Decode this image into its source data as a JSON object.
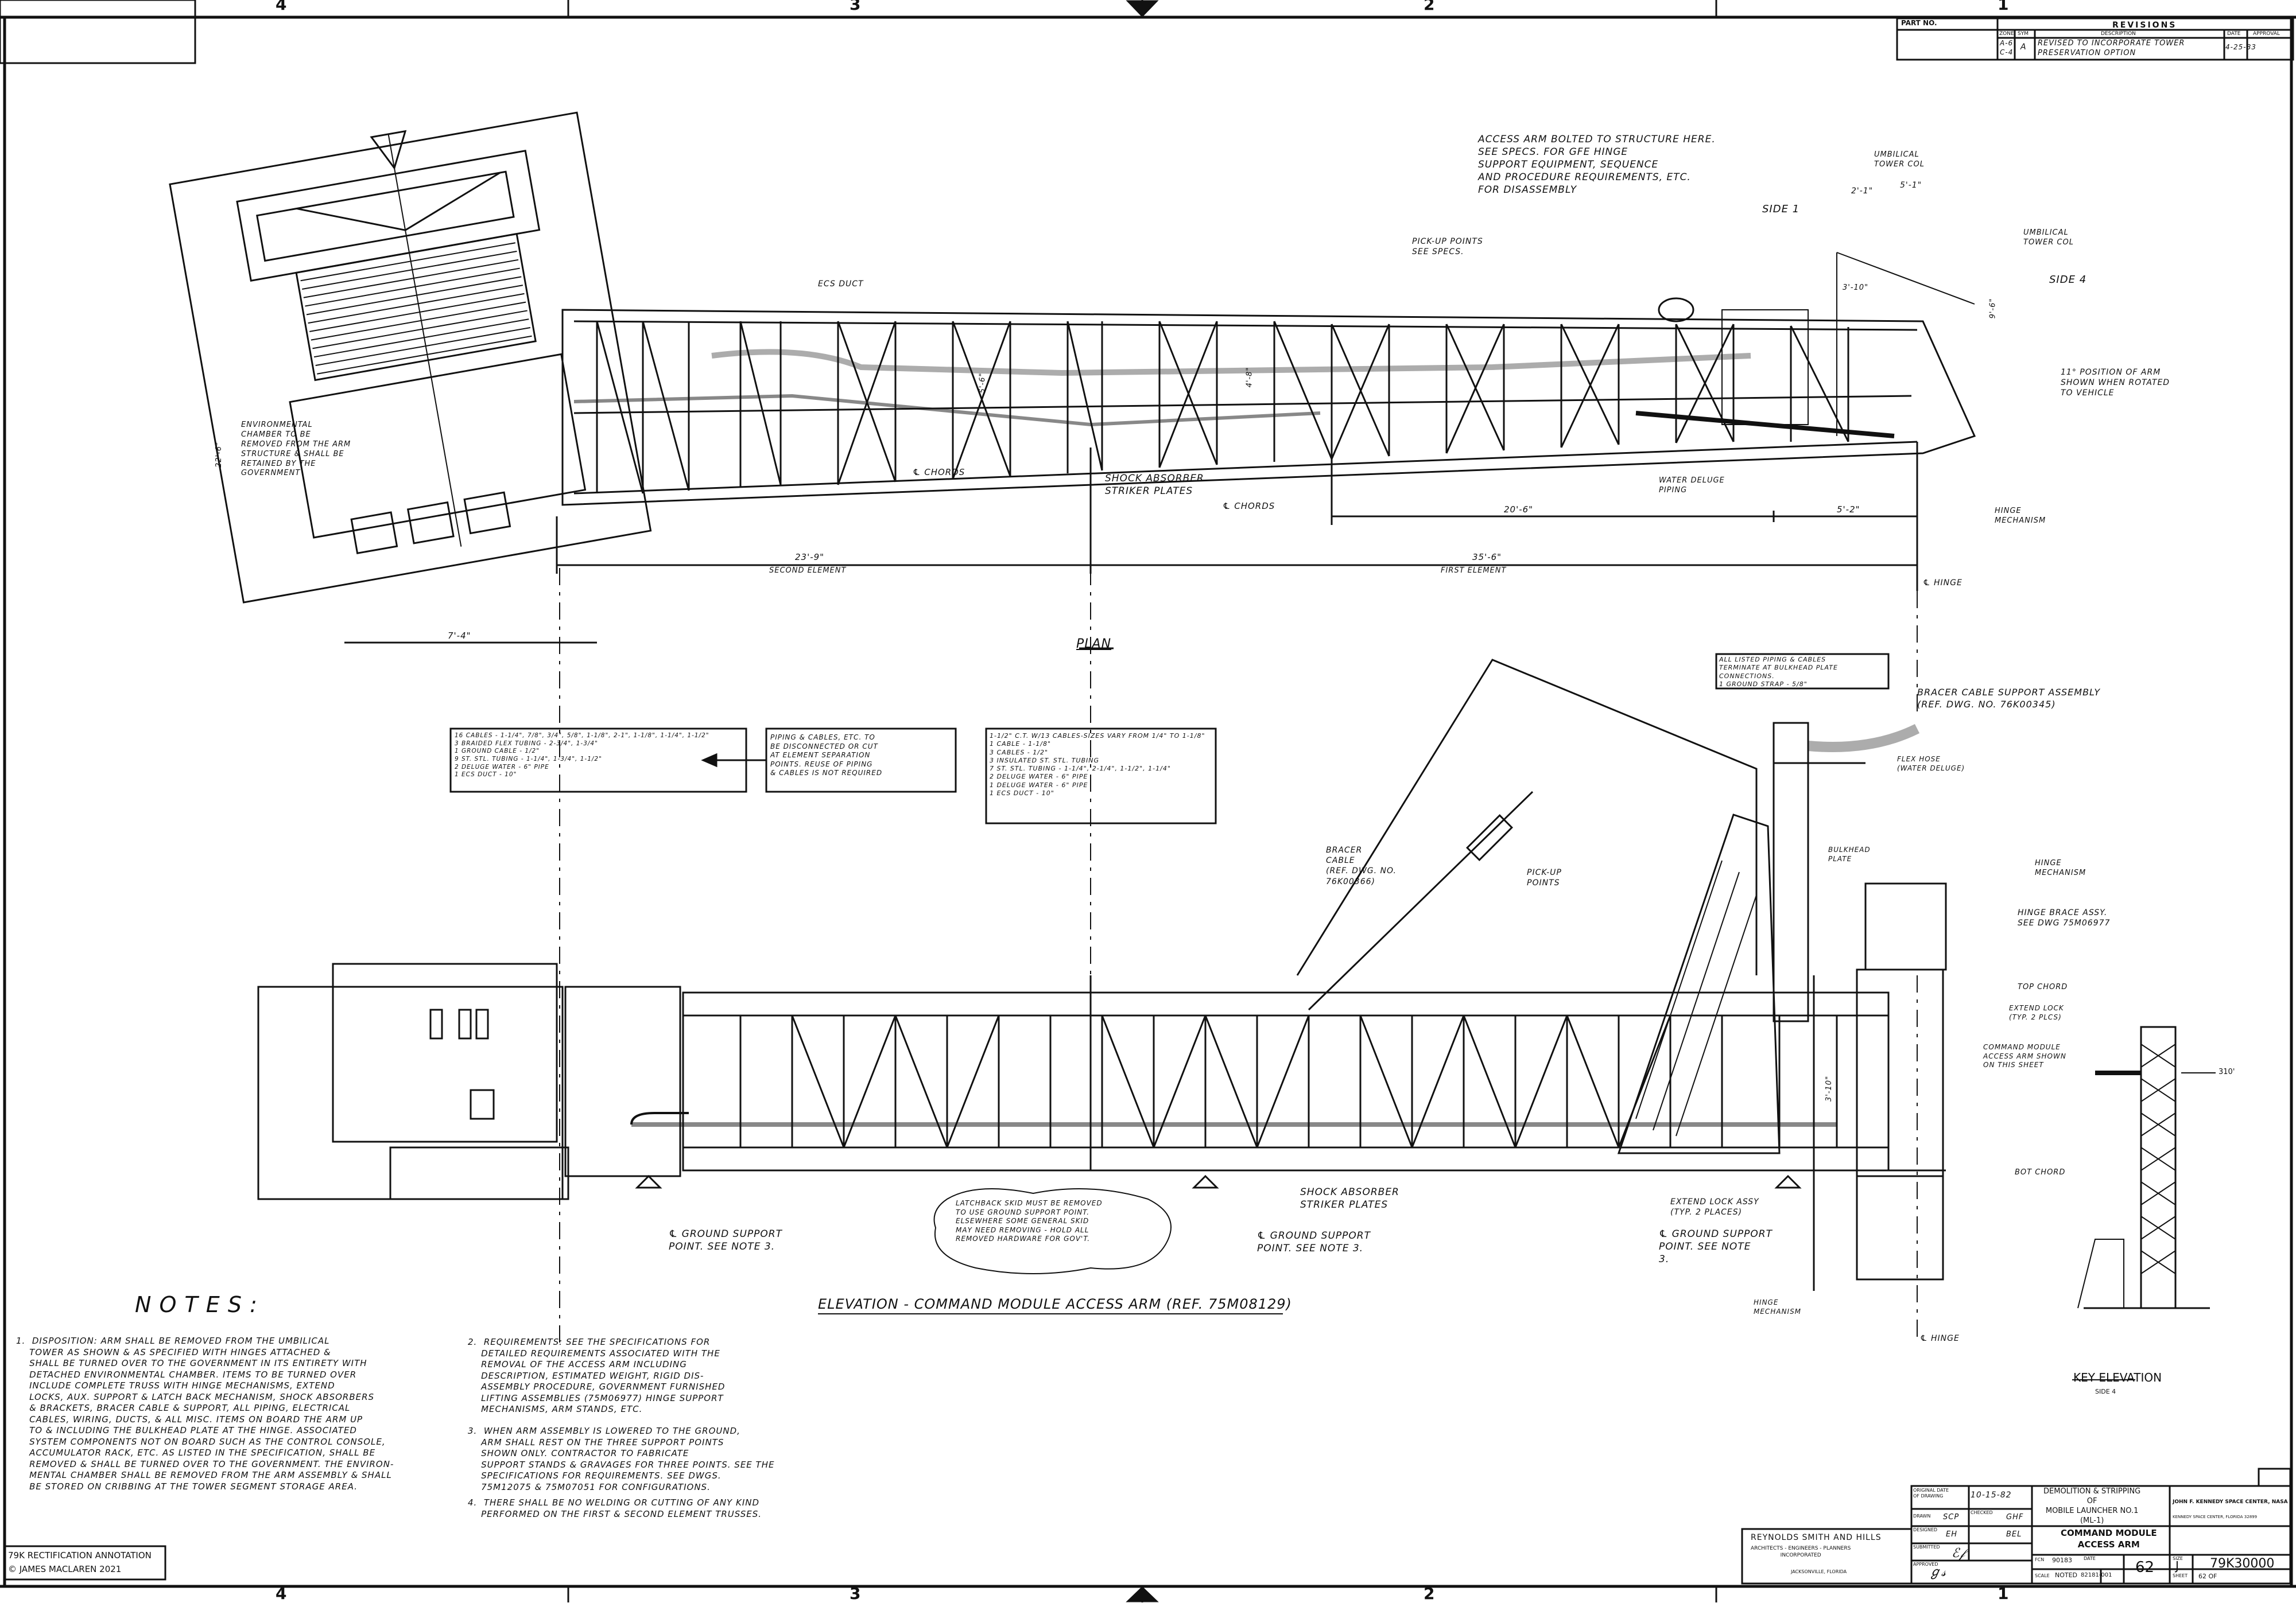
{
  "zone_markers": {
    "top": [
      "4",
      "3",
      "2",
      "1"
    ],
    "bottom": [
      "4",
      "3",
      "2",
      "1"
    ]
  },
  "revisions": {
    "part_no": "PART NO.",
    "title": "REVISIONS",
    "headers": [
      "ZONE",
      "SYM",
      "DESCRIPTION",
      "DATE",
      "APPROVAL"
    ],
    "rows": [
      {
        "zone": "A-6\nC-4",
        "sym": "A",
        "description": "REVISED TO INCORPORATE TOWER\nPRESERVATION OPTION",
        "date": "4-25-83",
        "approval": ""
      }
    ]
  },
  "plan": {
    "access_arm_note": "ACCESS ARM BOLTED TO STRUCTURE HERE.\nSEE SPECS. FOR GFE HINGE\nSUPPORT EQUIPMENT, SEQUENCE\nAND PROCEDURE REQUIREMENTS, ETC.\nFOR DISASSEMBLY",
    "umbilical_tower_col_top": "UMBILICAL\nTOWER COL",
    "umbilical_tower_col_right": "UMBILICAL\nTOWER COL",
    "side_1": "SIDE 1",
    "side_4": "SIDE 4",
    "dim_2_1": "2'-1\"",
    "dim_5_1": "5'-1\"",
    "dim_3_10": "3'-10\"",
    "dim_9": "9'-6\"",
    "position_note": "11° POSITION OF ARM\nSHOWN WHEN ROTATED\nTO VEHICLE",
    "pickup_points": "PICK-UP POINTS\nSEE SPECS.",
    "ecs_duct": "ECS DUCT",
    "dim_5_6": "5'-6\"",
    "dim_4_8": "4'-8\"",
    "env_chamber": "ENVIRONMENTAL\nCHAMBER TO BE\nREMOVED FROM THE ARM\nSTRUCTURE & SHALL BE\nRETAINED BY THE\nGOVERNMENT",
    "chords_1": "℄ CHORDS",
    "chords_2": "℄ CHORDS",
    "shock_absorber": "SHOCK ABSORBER\nSTRIKER PLATES",
    "water_deluge": "WATER DELUGE\nPIPING",
    "hinge_mech": "HINGE\nMECHANISM",
    "dim_20_6": "20'-6\"",
    "dim_5_2": "5'-2\"",
    "dim_23_9": "23'-9\"",
    "second_element": "SECOND ELEMENT",
    "dim_35_6": "35'-6\"",
    "first_element": "FIRST ELEMENT",
    "hinge_cl": "℄ HINGE",
    "dim_7_4": "7'-4\"",
    "dim_22_6": "22'-6\"",
    "title": "PLAN"
  },
  "cable_boxes": {
    "left": "16 CABLES - 1-1/4\", 7/8\", 3/4\", 5/8\", 1-1/8\", 2-1\", 1-1/8\", 1-1/4\", 1-1/2\"\n3 BRAIDED FLEX TUBING - 2-3/4\", 1-3/4\"\n1 GROUND CABLE - 1/2\"\n9 ST. STL. TUBING - 1-1/4\", 1-3/4\", 1-1/2\"\n2 DELUGE WATER - 6\" PIPE\n1 ECS DUCT - 10\"",
    "middle": "PIPING & CABLES, ETC. TO\nBE DISCONNECTED OR CUT\nAT ELEMENT SEPARATION\nPOINTS. REUSE OF PIPING\n& CABLES IS NOT REQUIRED",
    "right": "1-1/2\" C.T. W/13 CABLES-SIZES VARY FROM 1/4\" TO 1-1/8\"\n1 CABLE - 1-1/8\"\n3 CABLES - 1/2\"\n3 INSULATED ST. STL. TUBING\n7 ST. STL. TUBING - 1-1/4\", 2-1/4\", 1-1/2\", 1-1/4\"\n2 DELUGE WATER - 6\" PIPE\n1 DELUGE WATER - 6\" PIPE\n1 ECS DUCT - 10\"",
    "top_right": "ALL LISTED PIPING & CABLES\nTERMINATE AT BULKHEAD PLATE\nCONNECTIONS.\n1 GROUND STRAP - 5/8\""
  },
  "elevation": {
    "bracer_cable_assy": "BRACER CABLE SUPPORT ASSEMBLY\n(REF. DWG. NO. 76K00345)",
    "flex_hose": "FLEX HOSE\n(WATER DELUGE)",
    "bracer_cable": "BRACER\nCABLE\n(REF. DWG. NO.\n76K00366)",
    "pickup_points": "PICK-UP\nPOINTS",
    "bulkhead_plate": "BULKHEAD\nPLATE",
    "hinge_mech_top": "HINGE\nMECHANISM",
    "hinge_brace": "HINGE BRACE ASSY.\nSEE DWG 75M06977",
    "top_chord": "TOP CHORD",
    "extend_lock": "EXTEND LOCK\n(TYP. 2 PLCS)",
    "command_module_note": "COMMAND MODULE\nACCESS ARM SHOWN\nON THIS SHEET",
    "dim_3_10": "3'-10\"",
    "bot_chord": "BOT CHORD",
    "extend_lock_assy": "EXTEND LOCK ASSY\n(TYP. 2 PLACES)",
    "ground_support_right": "℄ GROUND SUPPORT\nPOINT. SEE NOTE\n3.",
    "hinge_mech_bot": "HINGE\nMECHANISM",
    "hinge_cl": "℄ HINGE",
    "ground_support_left": "℄ GROUND SUPPORT\nPOINT. SEE NOTE 3.",
    "ground_support_mid": "℄ GROUND SUPPORT\nPOINT. SEE NOTE 3.",
    "shock_absorber": "SHOCK ABSORBER\nSTRIKER PLATES",
    "latchback": "LATCHBACK SKID MUST BE REMOVED\nTO USE GROUND SUPPORT POINT.\nELSEWHERE SOME GENERAL SKID\nMAY NEED REMOVING - HOLD ALL\nREMOVED HARDWARE FOR GOV'T.",
    "title": "ELEVATION - COMMAND MODULE ACCESS ARM (REF. 75M08129)",
    "key_elev_level": "310'",
    "key_elevation": "KEY ELEVATION",
    "key_side": "SIDE 4"
  },
  "notes": {
    "title": "N O T E S :",
    "n1": "1.  DISPOSITION: ARM SHALL BE REMOVED FROM THE UMBILICAL\n    TOWER AS SHOWN & AS SPECIFIED WITH HINGES ATTACHED &\n    SHALL BE TURNED OVER TO THE GOVERNMENT IN ITS ENTIRETY WITH\n    DETACHED ENVIRONMENTAL CHAMBER. ITEMS TO BE TURNED OVER\n    INCLUDE COMPLETE TRUSS WITH HINGE MECHANISMS, EXTEND\n    LOCKS, AUX. SUPPORT & LATCH BACK MECHANISM, SHOCK ABSORBERS\n    & BRACKETS, BRACER CABLE & SUPPORT, ALL PIPING, ELECTRICAL\n    CABLES, WIRING, DUCTS, & ALL MISC. ITEMS ON BOARD THE ARM UP\n    TO & INCLUDING THE BULKHEAD PLATE AT THE HINGE. ASSOCIATED\n    SYSTEM COMPONENTS NOT ON BOARD SUCH AS THE CONTROL CONSOLE,\n    ACCUMULATOR RACK, ETC. AS LISTED IN THE SPECIFICATION, SHALL BE\n    REMOVED & SHALL BE TURNED OVER TO THE GOVERNMENT. THE ENVIRON-\n    MENTAL CHAMBER SHALL BE REMOVED FROM THE ARM ASSEMBLY & SHALL\n    BE STORED ON CRIBBING AT THE TOWER SEGMENT STORAGE AREA.",
    "n2": "2.  REQUIREMENTS: SEE THE SPECIFICATIONS FOR\n    DETAILED REQUIREMENTS ASSOCIATED WITH THE\n    REMOVAL OF THE ACCESS ARM INCLUDING\n    DESCRIPTION, ESTIMATED WEIGHT, RIGID DIS-\n    ASSEMBLY PROCEDURE, GOVERNMENT FURNISHED\n    LIFTING ASSEMBLIES (75M06977) HINGE SUPPORT\n    MECHANISMS, ARM STANDS, ETC.",
    "n3": "3.  WHEN ARM ASSEMBLY IS LOWERED TO THE GROUND,\n    ARM SHALL REST ON THE THREE SUPPORT POINTS\n    SHOWN ONLY. CONTRACTOR TO FABRICATE\n    SUPPORT STANDS & GRAVAGES FOR THREE POINTS. SEE THE\n    SPECIFICATIONS FOR REQUIREMENTS. SEE DWGS.\n    75M12075 & 75M07051 FOR CONFIGURATIONS.",
    "n4": "4.  THERE SHALL BE NO WELDING OR CUTTING OF ANY KIND\n    PERFORMED ON THE FIRST & SECOND ELEMENT TRUSSES."
  },
  "title_block": {
    "original_date_label": "ORIGINAL DATE\nOF DRAWING",
    "original_date": "10-15-82",
    "drawn_label": "DRAWN",
    "drawn": "SCP",
    "checked_label": "CHECKED",
    "checked": "GHF",
    "designed_label": "DESIGNED",
    "designed": "EH",
    "checked2": "BEL",
    "submitted_label": "SUBMITTED",
    "approved_label": "APPROVED",
    "project_title": "DEMOLITION & STRIPPING\nOF\nMOBILE LAUNCHER NO.1\n(ML-1)",
    "sheet_title": "COMMAND MODULE\nACCESS ARM",
    "agency": "JOHN F. KENNEDY SPACE CENTER, NASA",
    "agency_sub": "KENNEDY SPACE CENTER, FLORIDA 32899",
    "firm": "REYNOLDS SMITH AND HILLS",
    "firm_sub": "ARCHITECTS - ENGINEERS - PLANNERS\nINCORPORATED",
    "firm_city": "JACKSONVILLE, FLORIDA",
    "fcn_label": "FCN",
    "fcn": "90183",
    "date_label": "DATE",
    "scale_label": "SCALE",
    "scale": "NOTED",
    "contract": "82181-001",
    "size_label": "SIZE",
    "size": "J",
    "drawing_no": "79K30000",
    "sheet_no": "62",
    "sheet_label": "SHEET",
    "sheet_of": "62   OF"
  },
  "annotation": {
    "line1": "79K RECTIFICATION ANNOTATION",
    "line2": "© JAMES MACLAREN 2021"
  }
}
